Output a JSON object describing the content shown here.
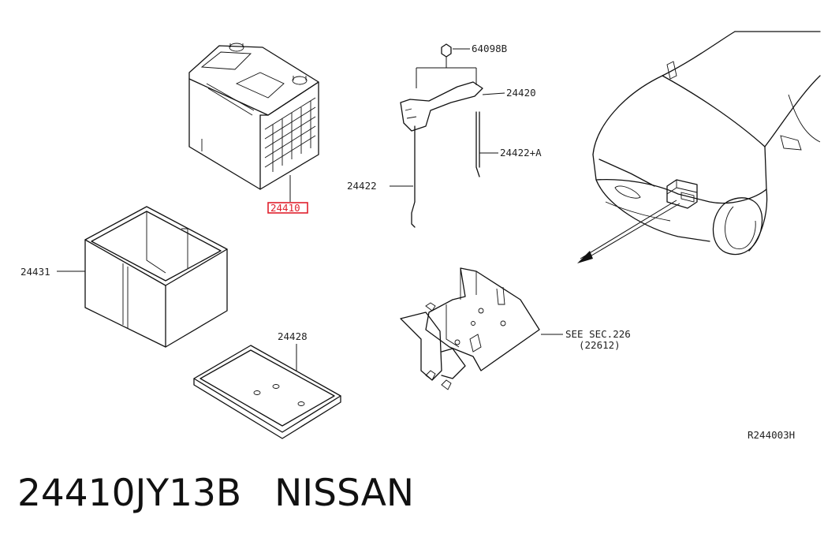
{
  "diagram": {
    "callouts": {
      "battery": "24410",
      "battery_frame_nut": "64098B",
      "battery_frame": "24420",
      "frame_rod_a": "24422+A",
      "frame_rod": "24422",
      "battery_cover": "24431",
      "battery_tray": "24428",
      "bracket_ref_line1": "SEE SEC.226",
      "bracket_ref_line2": "(22612)"
    },
    "drawing_id": "R244003H",
    "highlight_color": "#e0202c"
  },
  "footer": {
    "part_number": "24410JY13B",
    "brand": "NISSAN"
  }
}
